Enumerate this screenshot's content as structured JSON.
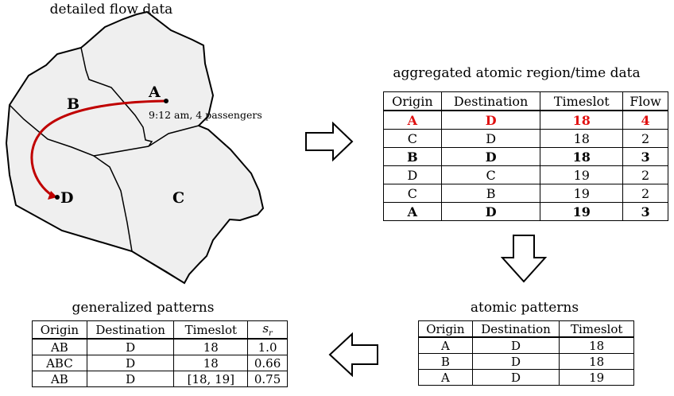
{
  "map": {
    "title": "detailed flow data",
    "regions": [
      "A",
      "B",
      "C",
      "D"
    ],
    "flow_label": "9:12 am, 4 passengers",
    "flow_color": "#c00000"
  },
  "aggregated": {
    "title": "aggregated atomic region/time data",
    "headers": [
      "Origin",
      "Destination",
      "Timeslot",
      "Flow"
    ],
    "rows": [
      {
        "style": "red",
        "cells": [
          "A",
          "D",
          "18",
          "4"
        ]
      },
      {
        "style": "normal",
        "cells": [
          "C",
          "D",
          "18",
          "2"
        ]
      },
      {
        "style": "bold",
        "cells": [
          "B",
          "D",
          "18",
          "3"
        ]
      },
      {
        "style": "normal",
        "cells": [
          "D",
          "C",
          "19",
          "2"
        ]
      },
      {
        "style": "normal",
        "cells": [
          "C",
          "B",
          "19",
          "2"
        ]
      },
      {
        "style": "bold",
        "cells": [
          "A",
          "D",
          "19",
          "3"
        ]
      }
    ],
    "highlight_color": "#e01010"
  },
  "atomic": {
    "title": "atomic patterns",
    "headers": [
      "Origin",
      "Destination",
      "Timeslot"
    ],
    "rows": [
      [
        "A",
        "D",
        "18"
      ],
      [
        "B",
        "D",
        "18"
      ],
      [
        "A",
        "D",
        "19"
      ]
    ]
  },
  "generalized": {
    "title": "generalized patterns",
    "headers": [
      "Origin",
      "Destination",
      "Timeslot",
      "s_r"
    ],
    "rows": [
      [
        "AB",
        "D",
        "18",
        "1.0"
      ],
      [
        "ABC",
        "D",
        "18",
        "0.66"
      ],
      [
        "AB",
        "D",
        "[18, 19]",
        "0.75"
      ]
    ]
  },
  "arrows": [
    "right-arrow",
    "down-arrow",
    "left-arrow"
  ]
}
